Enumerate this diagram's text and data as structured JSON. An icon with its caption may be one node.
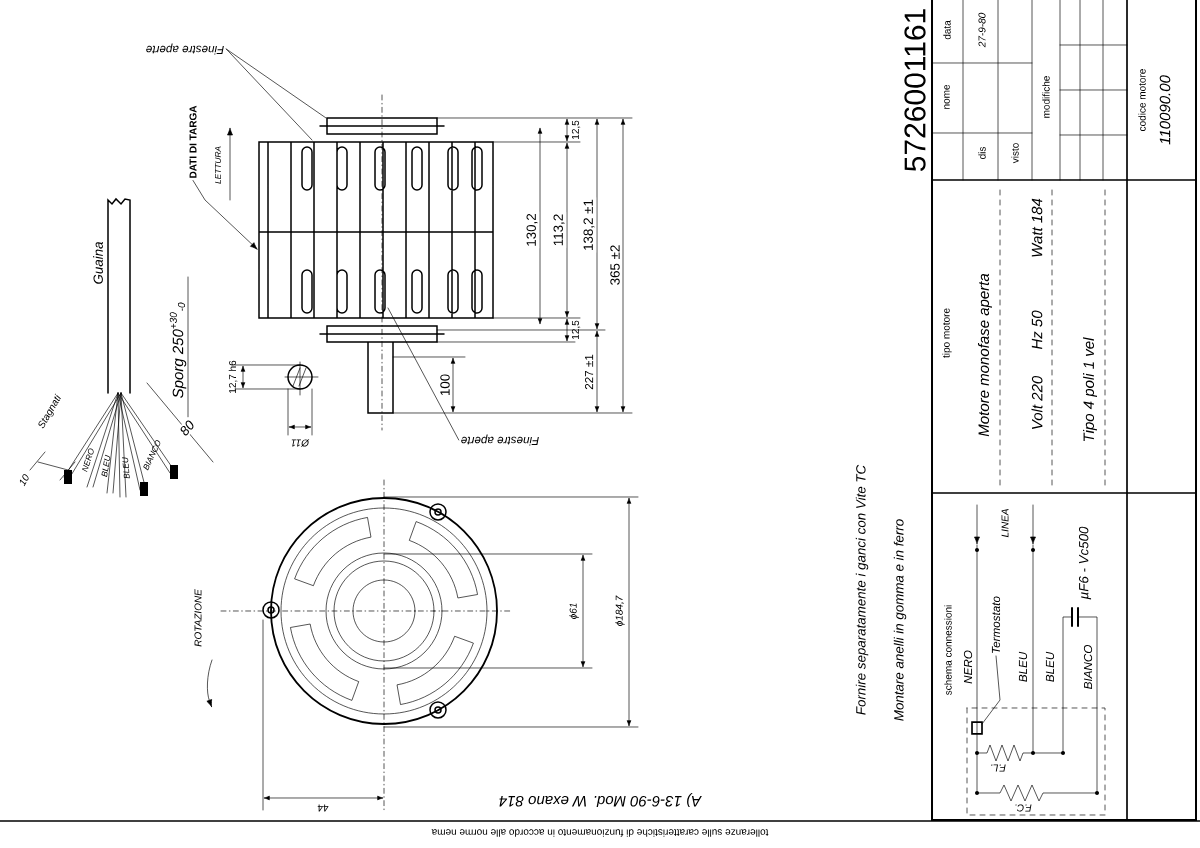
{
  "diagram": {
    "nodes": [
      {
        "text": [
          "Finestre aperte"
        ]
      },
      {
        "text": [
          "DATI DI TARGA"
        ]
      },
      {
        "text": [
          "Finestre aperte"
        ]
      },
      {
        "text": [],
        "shape": "picture"
      },
      {
        "text": [
          "Termostato"
        ]
      },
      {
        "text": [],
        "shape": "box"
      }
    ],
    "edges": [
      {
        "from": 0,
        "to": 3,
        "arrow": "none"
      },
      {
        "from": 0,
        "to": 3,
        "arrow": "none"
      },
      {
        "from": 1,
        "to": 3,
        "arrow": "to"
      },
      {
        "from": 2,
        "to": 3,
        "arrow": "none"
      },
      {
        "from": 4,
        "to": 5,
        "arrow": "none"
      }
    ],
    "labels": [
      "5726001161",
      "nome",
      "data",
      "dis",
      "27-9-80",
      "visto",
      "modifiche",
      "codice motore",
      "110090.00",
      "tipo motore",
      "Motore monofase aperta",
      "Volt 220",
      "Hz 50",
      "Watt 184",
      "Tipo 4 poli 1 vel",
      "Fornire separatamente i ganci con Vite TC",
      "Montare anelli in gomma e in ferro",
      "A) 13-6-90 Mod. W exano 814",
      "tolleranze sulle caratteristiche di funzionamento in accordo alle norme nema",
      "schema connessioni",
      "NERO",
      "BLEU",
      "BLEU",
      "BIANCO",
      "LINEA",
      "µF6 - Vc500",
      "F.L.",
      "F.C.",
      "LETTURA",
      "Guaina",
      "Sporg 250$^{+30}$$_{-0}$",
      "80",
      "10",
      "Stagnati",
      "NERO",
      "BLEU",
      "BLEU",
      "BIANCO",
      "12,5",
      "130,2",
      "113,2",
      "138,2 ±1",
      "365 ±2",
      "12,5",
      "227 ±1",
      "100",
      "12,7 h6",
      "Ø11",
      "ϕ61",
      "ϕ184,7",
      "44",
      "ROTAZIONE"
    ]
  }
}
